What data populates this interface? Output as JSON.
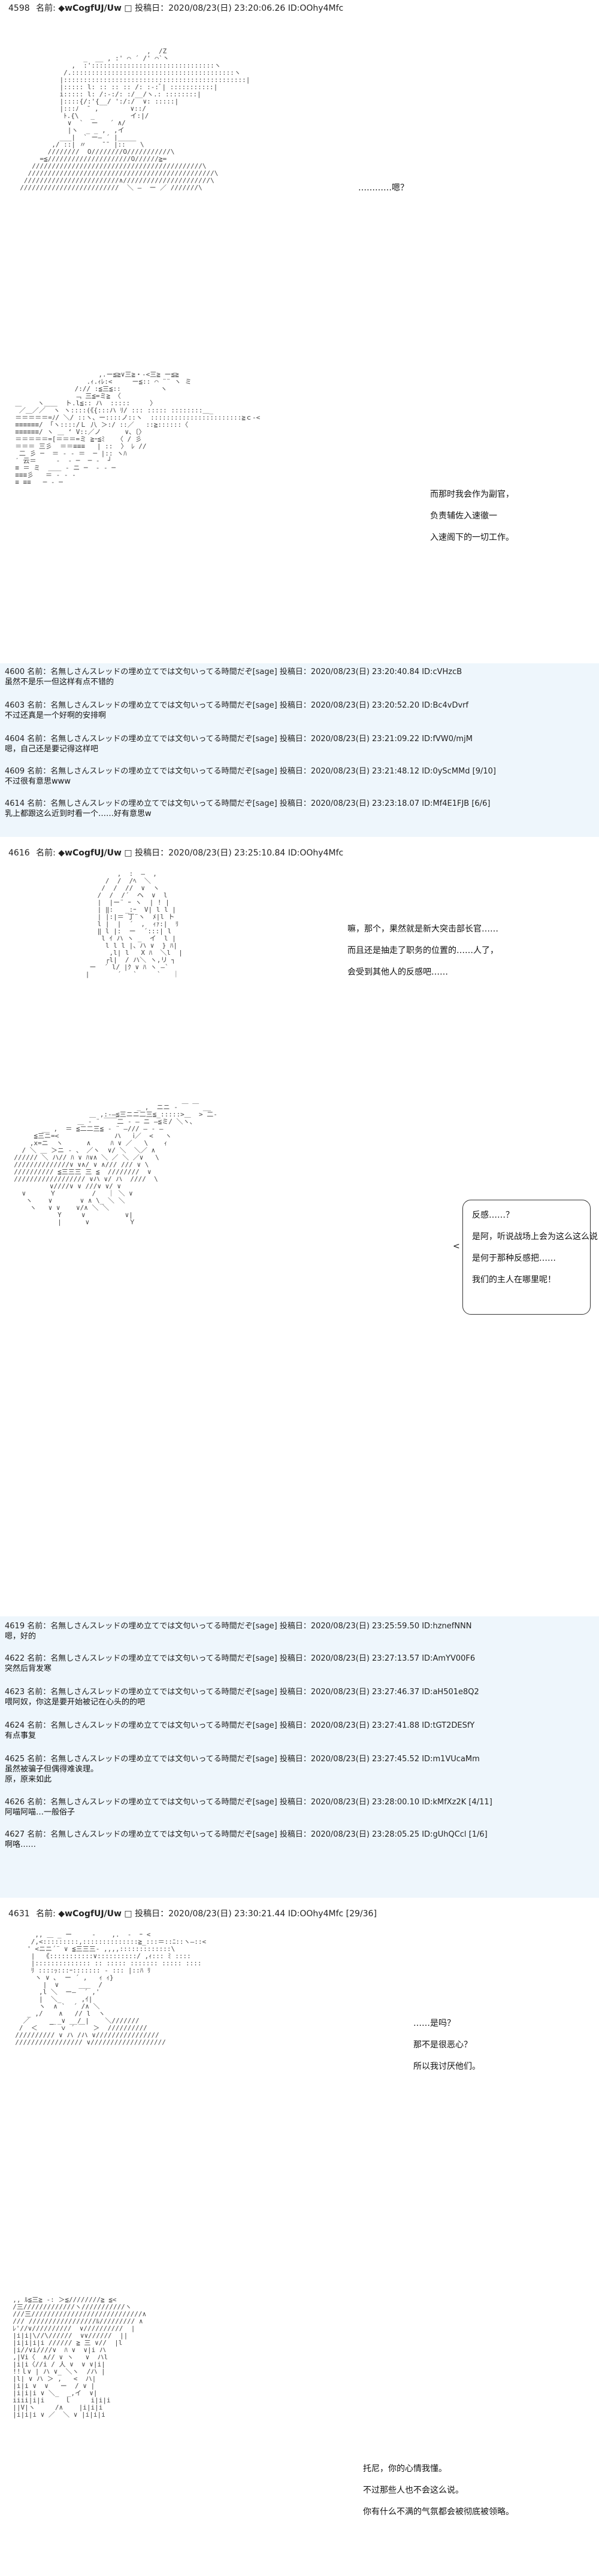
{
  "post1": {
    "header": {
      "num": "4598",
      "name": "名前:",
      "trip": "◆wCogfUJ/Uw",
      "date": "□ 投稿日：2020/08/23(日) 23:20:06.26 ID:OOhy4Mfc"
    },
    "art_top": "                                  ,  /Z\n                  _  __ , :' ⌒ ´ /' ⌒`丶\n               ,  :':::::::::::::::::::::::::::::::ヽ\n             /.:::::::::::::::::::::::::::::::::::::::::ヽ\n            |::::::::::::::::::::::::::::::::::::::::::::::|\n            |::::: l: :: :: :: /: :-:ﾞ| :::::::::::|\n            i::::: l: /:-:/: :/__/ヽ.: ::::::::|\n            |::::{/:'{__/ ':/:/  ∨: :::::|\n            |:::ﾉ  ̄  ,        ∨::/\n             ﾄ.{\\   _         イ:|/\n              ∨  `  ー   ´ ∧/\n              |ヽ  _ _ ,  ,イ\n            ___|  ` ー― ´ |___\n          ,/ ::| 〃    ̄ ̄  |:: ￣ \\\n         ////////  O////////O///////////\\\n       =≦/////////////////////O//////≧=\n     ///////////////////////////////////////////\\\n    ///////////////////////////////////////////////\\\n   ////////////////////////∧//////////////////////\\\n  /////////////////////////  ＼ ―  ー ／ ///////\\",
    "dialog1": [
      "…………嗯？"
    ],
    "art_bottom": "                       ,.ー≦≧∨三≧・-<三≧ ー≦≧\n                    .ｨ.ｨﾚ:<     ー≦:: ⌒ ¨¨ ヽ ミ\n                 /:// :≦三≦::          ヽ\n                 ﹁ 三≦=ミ≧ 〈\n  ＿    ヽ＿＿  ト.l≦:: ハ  :::::     〉\n   ／＿／／  ヽ ヽ::::(《{:::ハ ﾘ/ ::: ::::: ::::::::＿_\n  ＝＝＝＝＝=ﾉ/ ＼/ ::ヽ、ー::::ノ::ヽ  :::::::::::::::::::::::≧ｃ-<\n  ≡≡≡≡≡≡/ 「ヽ::::/Ｌ 八 ＞:/ ::／   ::≧::::::〈\n  ≡≡≡≡≡≡/ ヽ ＿ ‘ V::／ノ      ∨、〔〉\n  ＝＝＝＝＝=[＝＝＝=ミ ≧ｰ≦ﾐ   〈 / 彡\n  ＝＝＝ 三彡  ＝＝≡≡≡   | ::  〉 ﾚ //\n   二 彡 ─  ＝ ‐ ‐ ＝  ─ |:: ヽﾊ\n  ′ 云＝     -  ‐ ─  ─ ‐  ┘\n  ≡ ＝ ミ  ＿＿ ‐ ニ ─  ‐ ‐ ─\n  ≡≡≡彡   ＝ ‐ ‐ ‐\n  ≡ ≡≡   ─ ‐ ─",
    "dialog2": [
      "而那时我会作为副官，",
      "负责辅佐入速徹一",
      "入速阁下的一切工作。"
    ]
  },
  "replies1": [
    {
      "meta": "4600 名前：名無しさんスレッドの埋め立てでは文句いってる時間だぞ[sage] 投稿日：2020/08/23(日) 23:20:40.84 ID:cVHzcB",
      "msg": "虽然不是乐一但这样有点不错的"
    },
    {
      "meta": "4603 名前：名無しさんスレッドの埋め立てでは文句いってる時間だぞ[sage] 投稿日：2020/08/23(日) 23:20:52.20 ID:Bc4vDvrf",
      "msg": "不过还真是一个好啊的安排啊"
    },
    {
      "meta": "4604 名前：名無しさんスレッドの埋め立てでは文句いってる時間だぞ[sage] 投稿日：2020/08/23(日) 23:21:09.22 ID:fVW0/mjM",
      "msg": "嗯，自己还是要记得这样吧"
    },
    {
      "meta": "4609 名前：名無しさんスレッドの埋め立てでは文句いってる時間だぞ[sage] 投稿日：2020/08/23(日) 23:21:48.12 ID:0yScMMd [9/10]",
      "msg": "不过很有意思www"
    },
    {
      "meta": "4614 名前：名無しさんスレッドの埋め立てでは文句いってる時間だぞ[sage] 投稿日：2020/08/23(日) 23:23:18.07 ID:Mf4E1FJB [6/6]",
      "msg": "乳上都跟这么近到时看一个……好有意思w"
    }
  ],
  "post2": {
    "header": {
      "num": "4616",
      "name": "名前:",
      "trip": "◆wCogfUJ/Uw",
      "date": "□ 投稿日：2020/08/23(日) 23:25:10.84 ID:OOhy4Mfc"
    },
    "art_top": "                      ,  :  ―  ,\n                   /  /  /ﾍ  ＼\n                  /  /  //  ∨  ヽ\n                 /  /  /´  ヘ  ∨  l\n                 |  |ー¨ ｰ ヽ  | ! |\n                 | ‖:   _:ｰ  V| l l |\n                 | |:|＝ 丁¨ヽ  ﾒ|l ト\n                 l |  |  ´  ,  ｨｧ:|  ﾘ\n                 ‖ l |:  ー  ´:::| l\n                  l ｲ ハ ヽ _  イ  l |\n                   l l l |、ハ ∨  } ﾊ|\n                    ,l| l   X ﾊ  ＼l  |\n                   ┌l|  / ハ＼ ヽ,リ ┐\n               ー  ´ l/ |ｸ ∨ ﾊ ヽ ―`\n              |       ´   `     `   ｜",
    "dialog1": [
      "嘛，那个，果然就是新大突击部长官……",
      "而且还是抽走了职务的位置的……人了，",
      "会受到其他人的反感吧……"
    ],
    "art_bottom": "                                 _ ,  ニニ ‐ ￣ ￣ __\n                     ＿ ,:-―≦三ニニ二三≦_:::::>＿  > 二‐\n                  ＿ ‐ ¨ ￣￣二 ‐ ― ニ ―≦ミ/ ＼ヽ、\n         __ ,  ＝ ≦二二三≦ ‐ ¨ ―/// ― ‐ ―\n       ≦三ニ=<              ハ   ⅰ／  <   ヽ\n      ,x=ニ  ヽ      ∧     ﾊ ∨ ／   \\    ｨ\n    / ＼ ＿ ＞ニ ‐ 、 ／ヽ  ∨/ ＼  ＼／ ∧\n  ////// ＼ ハ// ﾊ ∨ ﾊ∨∧ ＼ ／ ＼ ／∨   \\\n  //////////////∨ ∨∧/ ∨ ∧/// /// ∨ \\\n  ////////// ≦三三三 三 ≦  ////////  ∨\n  ////////////////// ∨ハ ∨/ ハ  ////  \\\n           ∨////∨ ∨ ///∨ ∨/ ∨\n    ∨      Ｙ         /   ｜ ＼ ∨\n     ヽ    ∨       ∨ ∧ \\_ ＼ ＼\n      ヽ   ∨ ∨    ∨/∧ ＼ ＼\n             Y     ∨          ∨|\n             |      ∨          Ｙ",
    "dialog2": [
      "反感……？",
      "是阿，听说战场上会为这么这么说，",
      "是何于那种反感把……",
      "我们的主人在哪里呢！"
    ]
  },
  "replies2": [
    {
      "meta": "4619 名前：名無しさんスレッドの埋め立てでは文句いってる時間だぞ[sage] 投稿日：2020/08/23(日) 23:25:59.50 ID:hznefNNN",
      "msg": "嗯，好的"
    },
    {
      "meta": "4622 名前：名無しさんスレッドの埋め立てでは文句いってる時間だぞ[sage] 投稿日：2020/08/23(日) 23:27:13.57 ID:AmYV00F6",
      "msg": "突然后背发寒"
    },
    {
      "meta": "4623 名前：名無しさんスレッドの埋め立てでは文句いってる時間だぞ[sage] 投稿日：2020/08/23(日) 23:27:46.37 ID:aH501e8Q2",
      "msg": "喂阿奴，你这是要开始被记在心头的的吧"
    },
    {
      "meta": "4624 名前：名無しさんスレッドの埋め立てでは文句いってる時間だぞ[sage] 投稿日：2020/08/23(日) 23:27:41.88 ID:tGT2DESfY",
      "msg": "有点事复"
    },
    {
      "meta": "4625 名前：名無しさんスレッドの埋め立てでは文句いってる時間だぞ[sage] 投稿日：2020/08/23(日) 23:27:45.52 ID:m1VUcaMm",
      "msg": "虽然被骗子但偶得难诶理。",
      "msg2": "原，原来如此"
    },
    {
      "meta": "4626 名前：名無しさんスレッドの埋め立てでは文句いってる時間だぞ[sage] 投稿日：2020/08/23(日) 23:28:00.10 ID:kMfXz2K [4/11]",
      "msg": "阿喵阿喵…一般俗子"
    },
    {
      "meta": "4627 名前：名無しさんスレッドの埋め立てでは文句いってる時間だぞ[sage] 投稿日：2020/08/23(日) 23:28:05.25 ID:gUhQCcl [1/6]",
      "msg": "啊咯……"
    }
  ],
  "post3": {
    "header": {
      "num": "4631",
      "name": "名前:",
      "trip": "◆wCogfUJ/Uw",
      "date": "□ 投稿日：2020/08/23(日) 23:30:21.44 ID:OOhy4Mfc [29/36]"
    },
    "art_top": "       ,, ＿ _ ー     ‐    ,.  ‐  ｰ <\n      /,<:::::::::,::::::::::::::≧_:::＝::ﾆ::ヽ―::<\n     ' <ニニ´¨ ∨ ≦三三三‐ ,,,,:::::::::::::\\\n      |  《:::::::::::∨::::::::::/ ,ｨ::: ﾐ ::::\n      |:::::::::::::: :: ::::: ::::::: ::::: ::::\n      ﾘ ::::ｯ:::ｰ::::::: ‐ ::: |::ﾊ ﾘ\n       ヽ ∨ ､  ー ´ ,   ｨ ｨ}\n         |  ∨     ___  /\n        ,l ＼  ー―  ´ ,'\n        |  ＼_     ,ｲ|\n        ヽ  ∧ `  ´ /∧ ＼\n     _ ,/    ∧   // l  ヽ\n    ／     _ _∨ __/ |    ＼///////\n   /  ＜   ￣ ｖ ´ ￣  ＞  //////////\n  ////////// ∨ ハ /ハ ∨////////////////\n  ///////////////// ∨///////////////////",
    "dialog1": [
      "……是吗？",
      "那不是很恶心？",
      "所以我讨厌他们。"
    ],
    "art_bottom": "  ,, ﾙ≦三≧ -: ＞≦////////≧ ≦<\n  /三/////////////ヽ///////////ヽ\n  ///三////////////////////////////∧\n  /// /////////////////ﾙ///////// ∧\n  ﾚ'//∨//////////  ∨//////////  |\n  |i|i|\\//\\//////  ∨∨//////  ||\n  |i|i|i|i ////// ≧ 三 ∨//  |l\n  |i//∨i////∨  ﾊ ∨  ∨|i ハ\n  ,|Vi〈  ∧// ∨ ヽ   ∨  ハl\n  |i|i〈//i / 人 ∨  ∨ ∨|i|\n  !!ｌ∨ | ハ ∨_ ＼ヽ  /ハ |\n  |l| ∨ ハ ＞ ,   <  ハ|\n  |i|i ∨  ∨   ー  / ∨ |\n  |i|i|i ∨ ＼_  _,イ  ∨|\n  iiii|i|i     ｌ     i|i|i\n  ||V|ヽ     /∧    |i|i|i\n  |i|i|i ∨ ／  ＼ ∨ |i|i|i",
    "dialog2": [
      "托尼，你的心情我懂。",
      "不过那些人也不会这么说。",
      "你有什么不满的气氛都会被彻底被领略。"
    ]
  }
}
